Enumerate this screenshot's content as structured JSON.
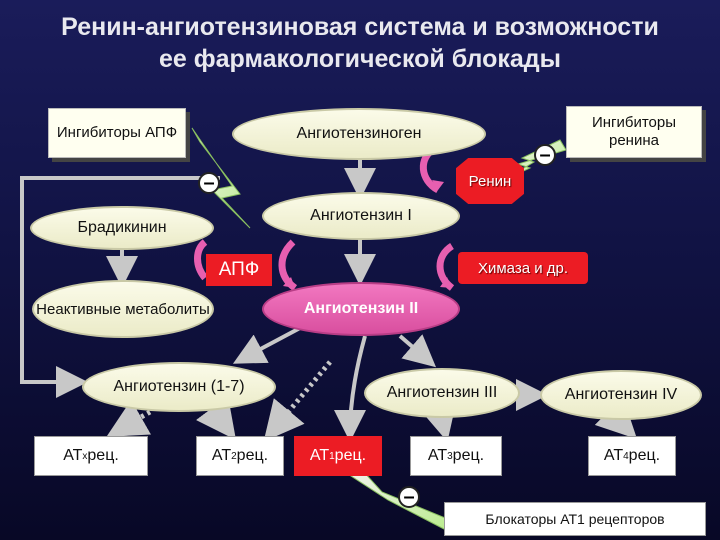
{
  "title": {
    "line1": "Ренин-ангиотензиновая система и возможности",
    "line2": "ее фармакологической блокады"
  },
  "nodes": {
    "inhibitors_apf": "Ингибиторы АПФ",
    "angiotensinogen": "Ангиотензиноген",
    "inhibitors_renin": "Ингибиторы ренина",
    "renin": "Ренин",
    "bradykinin": "Брадикинин",
    "angiotensin_1": "Ангиотензин I",
    "apf": "АПФ",
    "chymase": "Химаза и др.",
    "inactive_metabolites": "Неактивные метаболиты",
    "angiotensin_2": "Ангиотензин II",
    "angiotensin_1_7": "Ангиотензин (1-7)",
    "angiotensin_3": "Ангиотензин III",
    "angiotensin_4": "Ангиотензин IV",
    "atx_pre": "АТ",
    "atx_sub": "x",
    "atx_post": " рец.",
    "at2_pre": "АТ",
    "at2_sub": "2",
    "at2_post": " рец.",
    "at1_pre": "АТ",
    "at1_sub": "1",
    "at1_post": " рец.",
    "at3_pre": "АТ",
    "at3_sub": "3",
    "at3_post": " рец.",
    "at4_pre": "АТ",
    "at4_sub": "4",
    "at4_post": " рец.",
    "blockers_at1": "Блокаторы АТ1 рецепторов",
    "minus": "–"
  },
  "colors": {
    "background": "#111344",
    "red": "#ec1c24",
    "pink": "#e75fb0",
    "ellipse_fill": "#f6f6de",
    "arrow_gray": "#c8c8c8",
    "arrow_green": "#c8f0a0"
  }
}
